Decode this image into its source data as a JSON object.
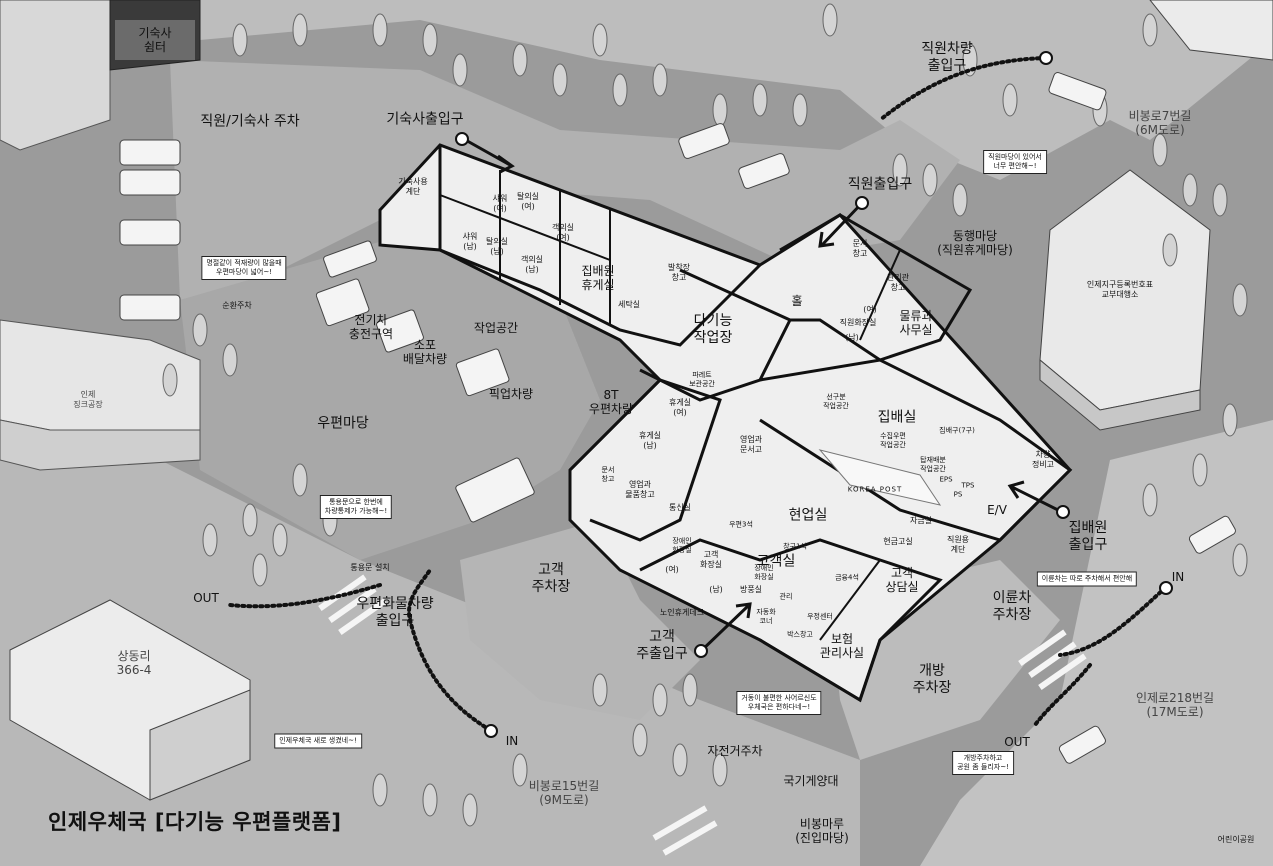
{
  "title": "인제우체국 [다기능 우편플랫폼]",
  "top": {
    "dorm_shelter": [
      "기숙사",
      "쉼터"
    ],
    "staff_dorm_parking": "직원/기숙사 주차",
    "dorm_entrance": "기숙사출입구",
    "staff_vehicle_entrance": [
      "직원차량",
      "출입구"
    ],
    "road_7": [
      "비봉로7번길",
      "(6M도로)"
    ],
    "staff_entrance": "직원출입구",
    "bubble_courtyard": [
      "직원마당이 있어서",
      "너무 편안해~!"
    ]
  },
  "rooms": {
    "dorm_stairs": [
      "기숙사용",
      "계단"
    ],
    "shower_f": [
      "샤워",
      "(여)"
    ],
    "nap_f": [
      "탈의실",
      "(여)"
    ],
    "shower_m": [
      "샤워",
      "(남)"
    ],
    "nap_m": [
      "탈의실",
      "(남)"
    ],
    "dorm_f": [
      "객의실",
      "(여)"
    ],
    "dorm_m": [
      "객의실",
      "(남)"
    ],
    "break_room": [
      "집배원",
      "휴게실"
    ],
    "laundry": "세탁실",
    "storage_top": [
      "발착장",
      "창고"
    ],
    "multi_workshop": [
      "다기능",
      "작업장"
    ],
    "docs_storage": [
      "문서",
      "창고"
    ],
    "mgmt_storage": [
      "관리관",
      "창고"
    ],
    "logistics_office": [
      "물류과",
      "사무실"
    ],
    "hall": "홀",
    "locker_f": "(여)",
    "locker": "직원화장실",
    "locker_m": "(남)",
    "pallet_storage": [
      "파레트",
      "보관공간"
    ],
    "rest_f": [
      "휴게실",
      "(여)"
    ],
    "rest_m": [
      "휴게실",
      "(남)"
    ],
    "sales_docs": [
      "영업과",
      "문서고"
    ],
    "docs2": [
      "문서",
      "창고"
    ],
    "sales_goods": [
      "영업과",
      "물품창고"
    ],
    "comms": "통신실",
    "sorting_room": "집배실",
    "presort": [
      "선구분",
      "작업공간"
    ],
    "collect_area": [
      "수집우편",
      "작업공간"
    ],
    "dispatch_area": [
      "탑재배분",
      "작업공간"
    ],
    "sort_shelf": "집배구(7구)",
    "eps": "EPS",
    "tps": "TPS",
    "ps": "PS",
    "ev": "E/V",
    "vehicle_maint": [
      "차량",
      "정비고"
    ],
    "work_room": "현업실",
    "window_3": "우편3석",
    "window_1": "창구1석",
    "finance_4": "금융4석",
    "vault": "자금실",
    "cash_vault": "현금고실",
    "staff_stairs": [
      "직원용",
      "계단"
    ],
    "customer_room": "고객실",
    "consult_room": [
      "고객",
      "상담실"
    ],
    "security_room": [
      "보험",
      "관리사실"
    ],
    "post_box": "우정센터",
    "box_storage": "박스창고",
    "self_corner": [
      "자동화",
      "코너"
    ],
    "mgmt_small": "관리",
    "visit_room": "방풍실",
    "accessible_toilet": [
      "장애인",
      "화장실"
    ],
    "accessible_toilet2": [
      "장애인",
      "화장실"
    ],
    "cust_toilet": [
      "고객",
      "화장실"
    ],
    "toilet_f": "(여)",
    "toilet_m": "(남)",
    "senior_desk": "노인휴게데크"
  },
  "left": {
    "circulation_parking": "순환주차",
    "bubble_holiday": [
      "명절같이 적재량이 많을때",
      "우편마당이 넓어~!"
    ],
    "ev_charging": [
      "전기차",
      "충전구역"
    ],
    "small_delivery": [
      "소포",
      "배달차량"
    ],
    "workspace": "작업공간",
    "pickup_vehicle": "픽업차량",
    "truck_8t": [
      "8T",
      "우편차량"
    ],
    "postal_yard": "우편마당",
    "zinc_factory": [
      "인제",
      "징크공장"
    ],
    "bubble_gate": [
      "통용문으로 한번에",
      "차량통제가 가능해~!"
    ],
    "gate_install": "통용문 설치",
    "cargo_entrance": [
      "우편화물차량",
      "출입구"
    ],
    "out_left": "OUT",
    "in_bottom": "IN",
    "customer_parking": [
      "고객",
      "주차장"
    ],
    "sangdong": [
      "상동리",
      "366-4"
    ],
    "bubble_new": "인제우체국 새로 생겼네~!"
  },
  "right": {
    "registry_office": [
      "인제지구등록번호표",
      "교부대행소"
    ],
    "courtyard": [
      "동행마당",
      "(직원휴게마당)"
    ],
    "postman_entrance": [
      "집배원",
      "출입구"
    ],
    "bubble_twowheel": "이륜차는 따로 주차해서 편안해",
    "in_right": "IN",
    "twowheel_parking": [
      "이륜차",
      "주차장"
    ],
    "out_right": "OUT",
    "road_218": [
      "인제로218번길",
      "(17M도로)"
    ],
    "open_parking": [
      "개방",
      "주차장"
    ],
    "bubble_open": [
      "개방주차하고",
      "공원 좀 들리자~!"
    ],
    "kids_park": "어린이공원"
  },
  "bottom": {
    "customer_entrance": [
      "고객",
      "주출입구"
    ],
    "bubble_stairs": [
      "거동이 불편한 사어르신도",
      "우체국은 편하다네~!"
    ],
    "bike_parking": "자전거주차",
    "flag": "국기게양대",
    "road_15": [
      "비봉로15번길",
      "(9M도로)"
    ],
    "plaza": [
      "비봉마루",
      "(진입마당)"
    ]
  },
  "signage": "KOREA POST",
  "colors": {
    "roof": "#f2f2f2",
    "wall_line": "#111111",
    "ground": "#9a9a9a",
    "road": "#c4c4c4"
  }
}
